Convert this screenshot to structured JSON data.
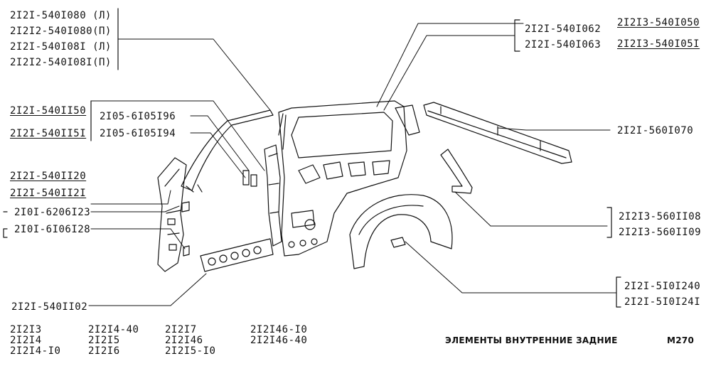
{
  "callouts": {
    "c1": [
      "2I2I-540I080 (Л)",
      "2I2I2-540I080(П)",
      "2I2I-540I08I (Л)",
      "2I2I2-540I08I(П)"
    ],
    "c2": [
      "2I2I-540II50",
      "2I2I-540II5I"
    ],
    "c3": [
      "2I05-6I05I96",
      "2I05-6I05I94"
    ],
    "c4": [
      "2I2I-540II20",
      "2I2I-540II2I"
    ],
    "c5": [
      "2I0I-6206I23",
      "2I0I-6I06I28"
    ],
    "c6": [
      "2I2I-540II02"
    ],
    "c7": [
      "2I2I-540I062",
      "2I2I-540I063"
    ],
    "c8": [
      "2I2I3-540I050",
      "2I2I3-540I05I"
    ],
    "c9": [
      "2I2I-560I070"
    ],
    "c10": [
      "2I2I3-560II08",
      "2I2I3-560II09"
    ],
    "c11": [
      "2I2I-5I0I240",
      "2I2I-5I0I24I"
    ]
  },
  "models": {
    "col1": [
      "2I2I3",
      "2I2I4",
      "2I2I4-I0"
    ],
    "col2": [
      "2I2I4-40",
      "2I2I5",
      "2I2I6"
    ],
    "col3": [
      "2I2I7",
      "2I2I46",
      "2I2I5-I0"
    ],
    "col4": [
      "2I2I46-I0",
      "2I2I46-40"
    ]
  },
  "footer": {
    "title": "ЭЛЕМЕНТЫ ВНУТРЕННИЕ ЗАДНИЕ",
    "code": "M270"
  }
}
